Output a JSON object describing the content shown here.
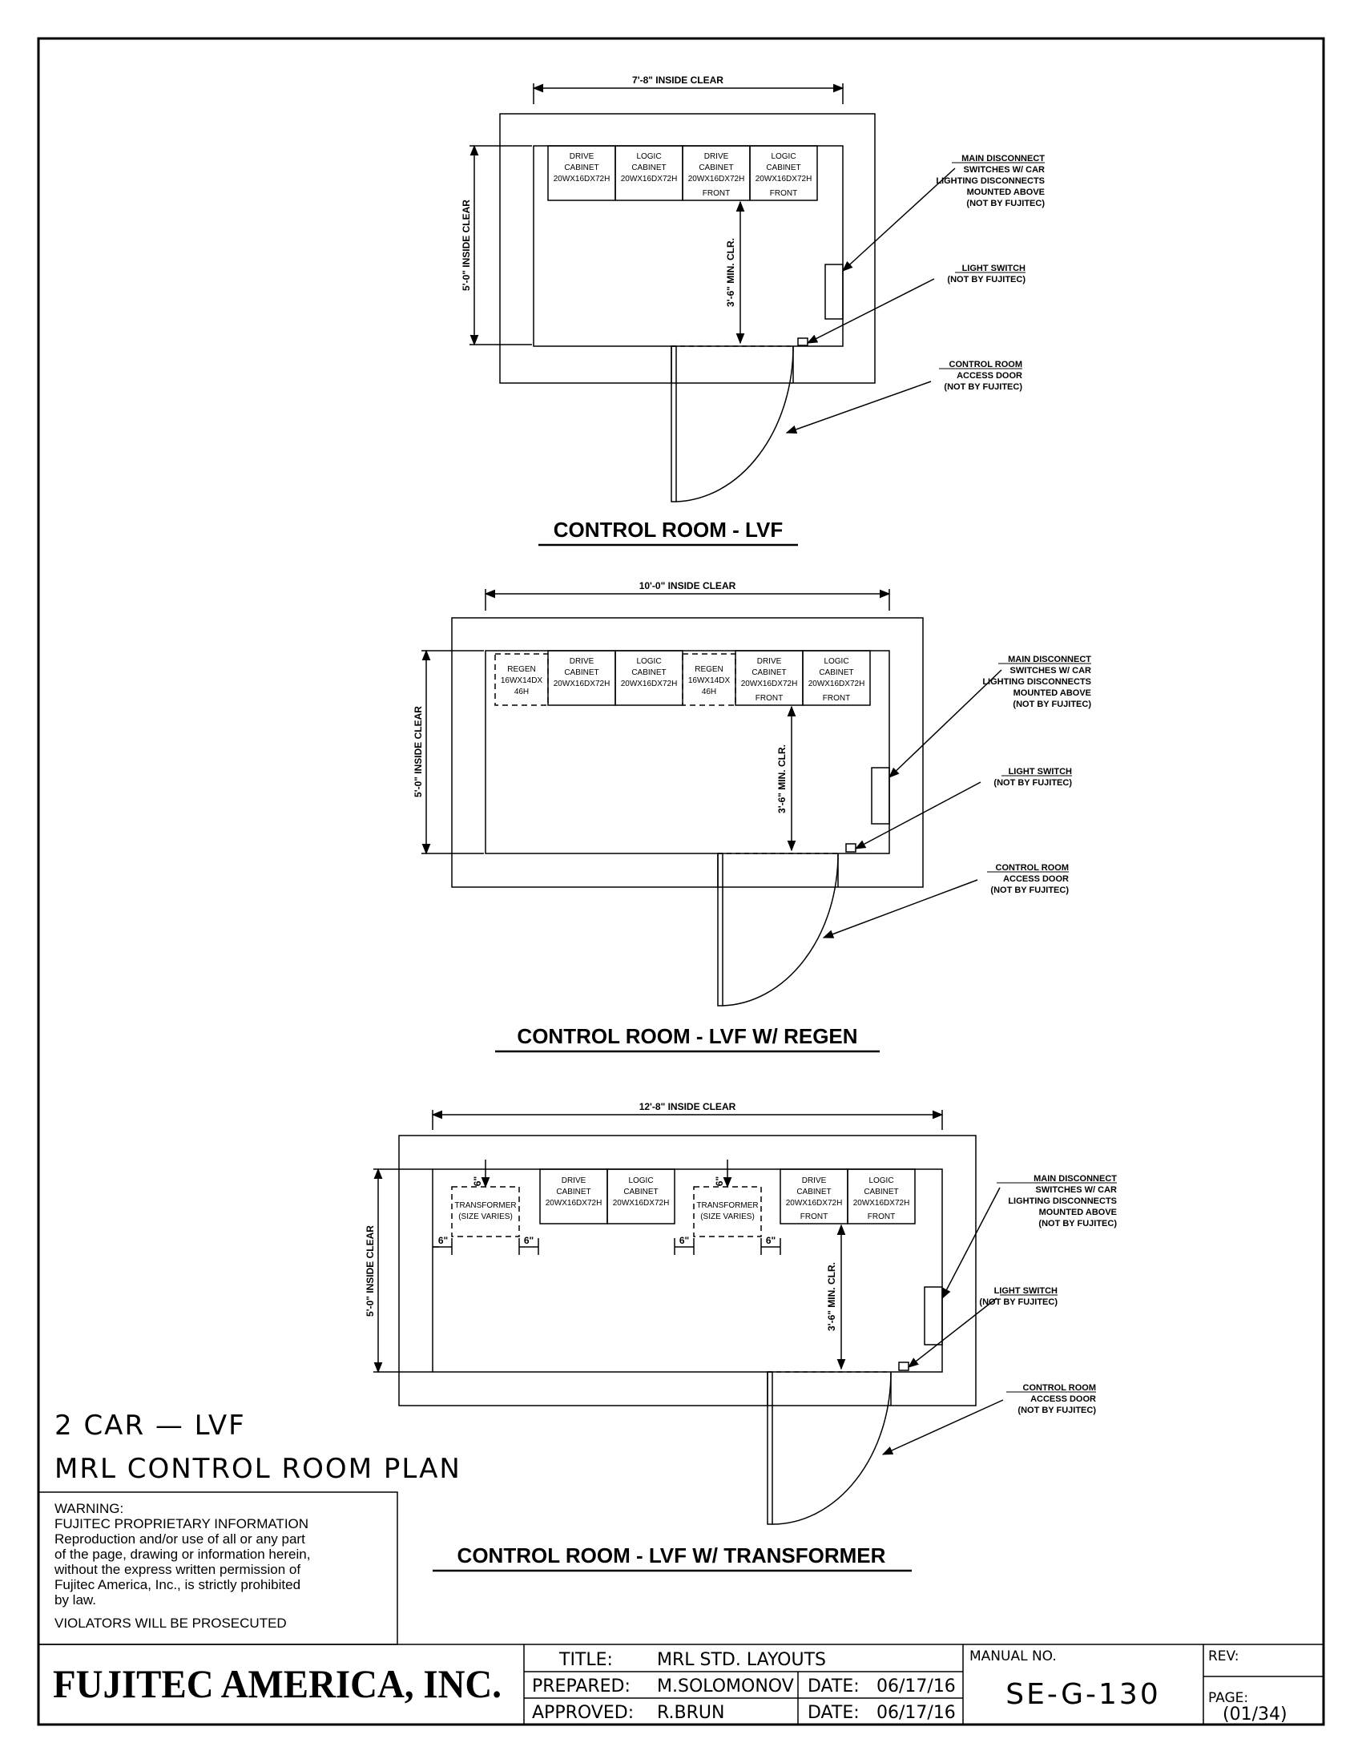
{
  "plan1": {
    "title": "CONTROL ROOM - LVF",
    "width_dim": "7'-8\" INSIDE CLEAR",
    "depth_dim": "5'-0\" INSIDE CLEAR",
    "clearance_dim": "3'-6\" MIN. CLR.",
    "cabinets": [
      [
        "DRIVE",
        "CABINET",
        "20WX16DX72H"
      ],
      [
        "LOGIC",
        "CABINET",
        "20WX16DX72H"
      ],
      [
        "DRIVE",
        "CABINET",
        "20WX16DX72H",
        "FRONT"
      ],
      [
        "LOGIC",
        "CABINET",
        "20WX16DX72H",
        "FRONT"
      ]
    ],
    "note_disconnect": [
      "MAIN DISCONNECT",
      "SWITCHES W/ CAR",
      "LIGHTING DISCONNECTS",
      "MOUNTED ABOVE",
      "(NOT BY FUJITEC)"
    ],
    "note_light": [
      "LIGHT SWITCH",
      "(NOT BY FUJITEC)"
    ],
    "note_door": [
      "CONTROL ROOM",
      "ACCESS DOOR",
      "(NOT BY FUJITEC)"
    ]
  },
  "plan2": {
    "title": "CONTROL ROOM - LVF W/ REGEN",
    "width_dim": "10'-0\" INSIDE CLEAR",
    "depth_dim": "5'-0\" INSIDE CLEAR",
    "clearance_dim": "3'-6\" MIN. CLR.",
    "cabinets": [
      [
        "REGEN",
        "16WX14DX",
        "46H"
      ],
      [
        "DRIVE",
        "CABINET",
        "20WX16DX72H"
      ],
      [
        "LOGIC",
        "CABINET",
        "20WX16DX72H"
      ],
      [
        "REGEN",
        "16WX14DX",
        "46H"
      ],
      [
        "DRIVE",
        "CABINET",
        "20WX16DX72H",
        "FRONT"
      ],
      [
        "LOGIC",
        "CABINET",
        "20WX16DX72H",
        "FRONT"
      ]
    ],
    "note_disconnect": [
      "MAIN DISCONNECT",
      "SWITCHES W/ CAR",
      "LIGHTING DISCONNECTS",
      "MOUNTED ABOVE",
      "(NOT BY FUJITEC)"
    ],
    "note_light": [
      "LIGHT SWITCH",
      "(NOT BY FUJITEC)"
    ],
    "note_door": [
      "CONTROL ROOM",
      "ACCESS DOOR",
      "(NOT BY FUJITEC)"
    ]
  },
  "plan3": {
    "title": "CONTROL ROOM - LVF W/ TRANSFORMER",
    "width_dim": "12'-8\" INSIDE CLEAR",
    "depth_dim": "5'-0\" INSIDE CLEAR",
    "clearance_dim": "3'-6\" MIN. CLR.",
    "gap": "6\"",
    "cabinets": [
      [
        "DRIVE",
        "CABINET",
        "20WX16DX72H"
      ],
      [
        "LOGIC",
        "CABINET",
        "20WX16DX72H"
      ],
      [
        "DRIVE",
        "CABINET",
        "20WX16DX72H",
        "FRONT"
      ],
      [
        "LOGIC",
        "CABINET",
        "20WX16DX72H",
        "FRONT"
      ]
    ],
    "transformer": [
      "TRANSFORMER",
      "(SIZE VARIES)"
    ],
    "note_disconnect": [
      "MAIN DISCONNECT",
      "SWITCHES W/ CAR",
      "LIGHTING DISCONNECTS",
      "MOUNTED ABOVE",
      "(NOT BY FUJITEC)"
    ],
    "note_light": [
      "LIGHT SWITCH",
      "(NOT BY FUJITEC)"
    ],
    "note_door": [
      "CONTROL ROOM",
      "ACCESS DOOR",
      "(NOT BY FUJITEC)"
    ]
  },
  "sheet": {
    "heading_line1": "2 CAR — LVF",
    "heading_line2": "MRL CONTROL ROOM PLAN",
    "warning": [
      "WARNING:",
      "FUJITEC PROPRIETARY INFORMATION",
      "Reproduction and/or use of all or any part",
      "of the page, drawing or information herein,",
      "without the express written permission of",
      "Fujitec America, Inc., is strictly prohibited",
      "by law.",
      "VIOLATORS WILL BE PROSECUTED"
    ]
  },
  "title_block": {
    "company": "FUJITEC AMERICA, INC.",
    "title_label": "TITLE:",
    "title_value": "MRL STD. LAYOUTS",
    "prepared_label": "PREPARED:",
    "prepared_value": "M.SOLOMONOV",
    "approved_label": "APPROVED:",
    "approved_value": "R.BRUN",
    "date_label": "DATE:",
    "prepared_date": "06/17/16",
    "approved_date": "06/17/16",
    "manual_label": "MANUAL NO.",
    "manual_value": "SE-G-130",
    "rev_label": "REV:",
    "rev_value": "",
    "page_label": "PAGE:",
    "page_value": "(01/34)"
  }
}
